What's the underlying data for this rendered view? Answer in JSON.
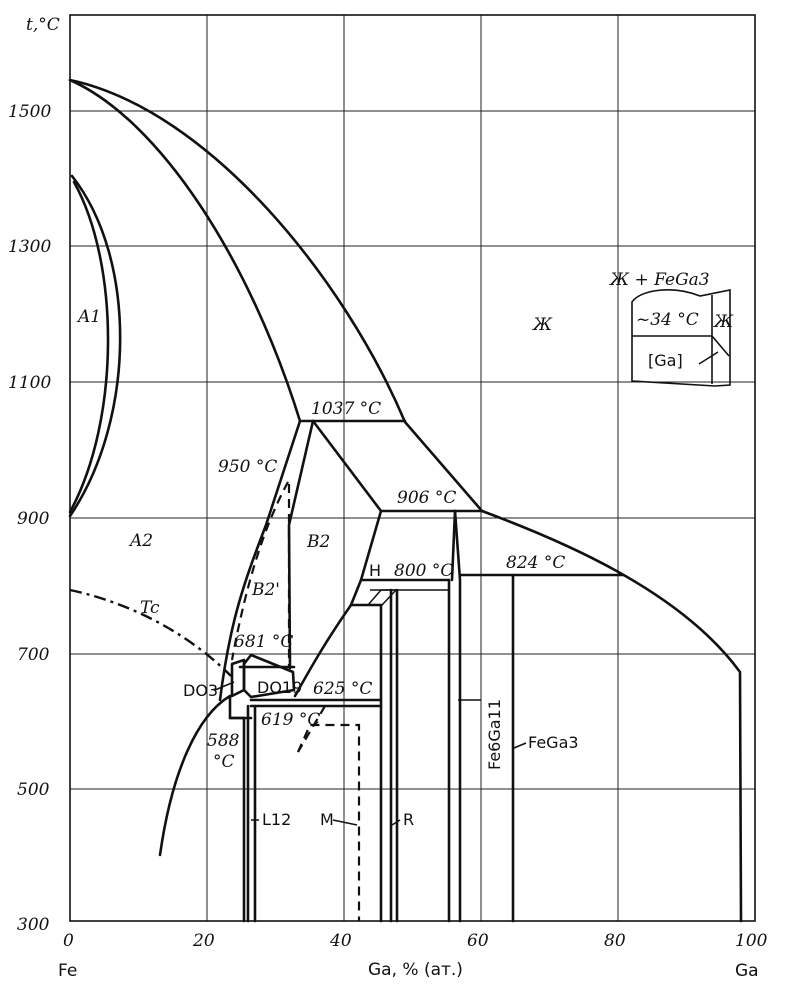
{
  "diagram": {
    "y_axis_label": "t,°C",
    "x_axis_label": "Ga, % (ат.)",
    "x_left_element": "Fe",
    "x_right_element": "Ga",
    "y_ticks": [
      "1500",
      "1300",
      "1100",
      "900",
      "700",
      "500",
      "300"
    ],
    "x_ticks": [
      "0",
      "20",
      "40",
      "60",
      "80",
      "100"
    ],
    "phases": {
      "A1": "A1",
      "A2": "A2",
      "B2": "B2",
      "B2_prime": "B2'",
      "liquid": "Ж",
      "DO3": "DO3",
      "DO19": "DO19",
      "L12": "L12",
      "M": "M",
      "R": "R",
      "H": "H",
      "Tc": "Tc",
      "Fe6Ga11": "Fe6Ga11",
      "FeGa3": "FeGa3"
    },
    "temperatures": {
      "t1037": "1037 °C",
      "t950": "950 °C",
      "t906": "906 °C",
      "t800": "800 °C",
      "t824": "824 °C",
      "t681": "681 °C",
      "t625": "625 °C",
      "t619": "619 °C",
      "t588": "588",
      "t588_unit": "°C"
    },
    "inset": {
      "top_label": "Ж + FeGa3",
      "temp": "~34 °C",
      "liquid": "Ж",
      "ga": "[Ga]"
    }
  }
}
